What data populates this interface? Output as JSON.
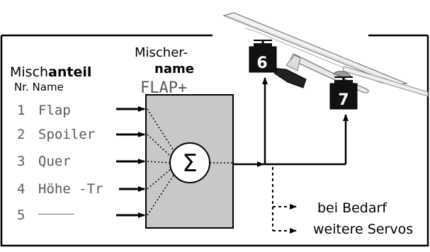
{
  "header_left": {
    "prefix": "Misch",
    "bold": "anteil",
    "subtitle": "Nr. Name"
  },
  "header_mixer": {
    "line1": "Mischer-",
    "line2": "name",
    "display_name": "FLAP+"
  },
  "inputs": [
    {
      "nr": "1",
      "name": "Flap"
    },
    {
      "nr": "2",
      "name": "Spoiler"
    },
    {
      "nr": "3",
      "name": "Quer"
    },
    {
      "nr": "4",
      "name": "Höhe -Tr"
    },
    {
      "nr": "5",
      "name": "———————"
    }
  ],
  "mixer_symbol": "Σ",
  "servos": [
    {
      "label": "6"
    },
    {
      "label": "7"
    }
  ],
  "extra_outputs": {
    "line1": "bei Bedarf",
    "line2": "weitere Servos"
  },
  "colors": {
    "mixer_fill": "#c8c8c8",
    "servo_fill": "#111111",
    "lcd_text": "#5a5a5a"
  }
}
